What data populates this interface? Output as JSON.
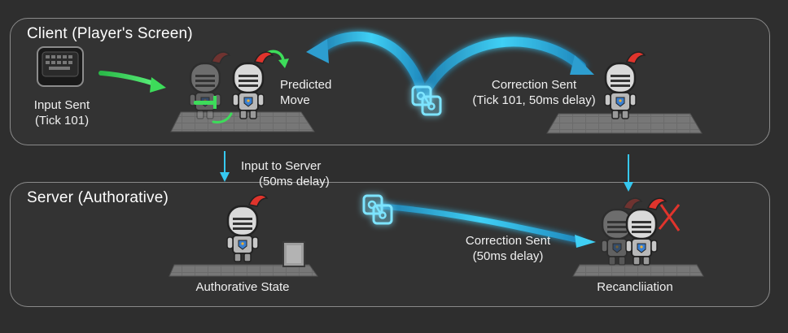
{
  "client": {
    "title": "Client (Player's Screen)",
    "input_label": [
      "Input Sent",
      "(Tick 101)"
    ],
    "predicted_label": [
      "Predicted",
      "Move"
    ],
    "correction_label": [
      "Correction Sent",
      "(Tick 101, 50ms delay)"
    ]
  },
  "link": {
    "input_to_server": [
      "Input to Server",
      "(50ms delay)"
    ]
  },
  "server": {
    "title": "Server (Authorative)",
    "state_label": "Authorative State",
    "correction_label": [
      "Correction Sent",
      "(50ms delay)"
    ],
    "reconcile_label": "Recancliiation"
  },
  "colors": {
    "accent_cyan": "#36c8f0",
    "accent_green": "#3ddc5a",
    "error_red": "#e0342c",
    "panel_border": "#8a8a8a"
  },
  "icons": [
    "keyboard-icon",
    "knight-icon",
    "network-packet-icon",
    "crate-icon",
    "x-mark-icon"
  ]
}
